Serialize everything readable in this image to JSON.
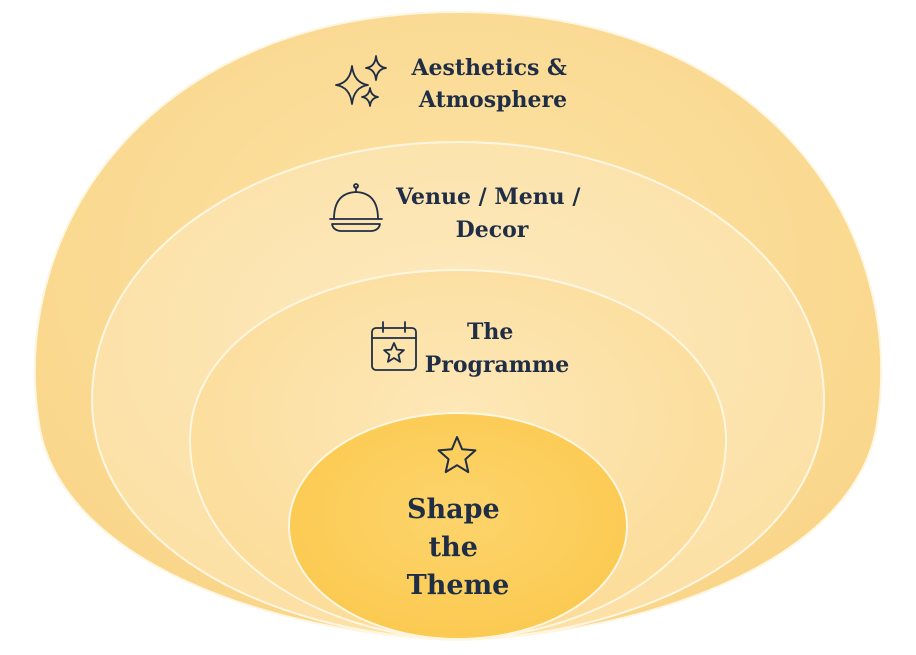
{
  "diagram": {
    "type": "nested-ellipses",
    "colors": {
      "outer": "#fbd98c",
      "venue": "#fde6b2",
      "programme": "#fde3a6",
      "core": "#fcc955",
      "divider": "#fff6e2",
      "text": "#1f2d45"
    },
    "layers": [
      {
        "id": "aesthetics",
        "icon": "sparkles-icon",
        "lines": [
          "Aesthetics &",
          "Atmosphere"
        ]
      },
      {
        "id": "venue",
        "icon": "cloche-icon",
        "lines": [
          "Venue / Menu /",
          "Decor"
        ]
      },
      {
        "id": "programme",
        "icon": "calendar-star-icon",
        "lines": [
          "The",
          "Programme"
        ]
      }
    ],
    "core": {
      "icon": "star-icon",
      "lines": [
        "Shape",
        "the",
        "Theme"
      ]
    }
  }
}
